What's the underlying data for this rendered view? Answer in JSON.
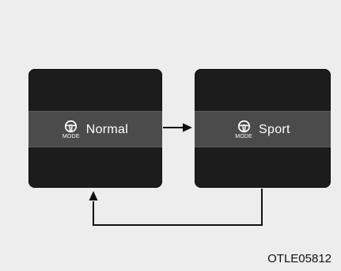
{
  "diagram": {
    "states": [
      {
        "label": "Normal",
        "icon_label": "MODE",
        "icon": "steering-wheel-icon"
      },
      {
        "label": "Sport",
        "icon_label": "MODE",
        "icon": "steering-wheel-icon"
      }
    ],
    "colors": {
      "background": "#ededed",
      "panel": "#1c1c1c",
      "band": "#4b4b4b",
      "text": "#ffffff",
      "arrow": "#111111"
    }
  },
  "caption": "OTLE05812"
}
